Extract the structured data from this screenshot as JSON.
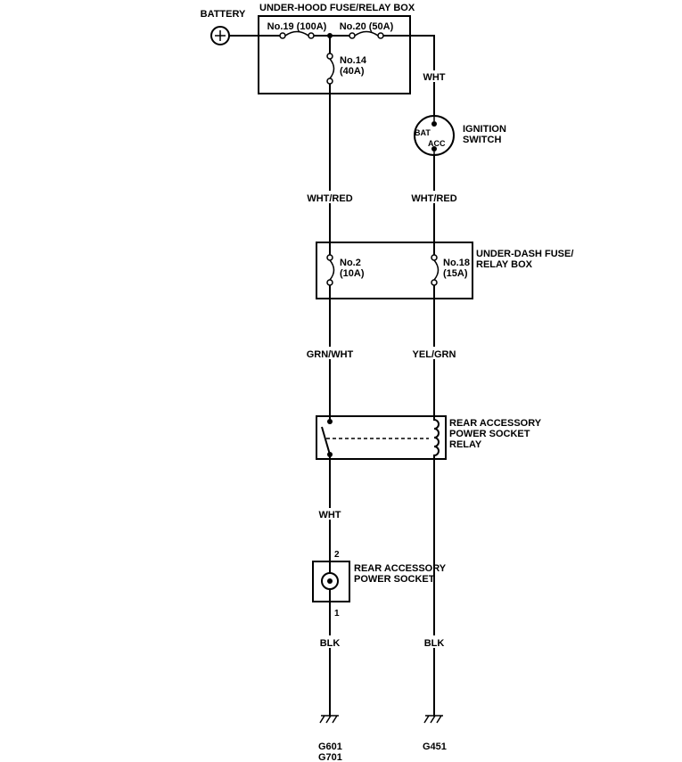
{
  "colors": {
    "line": "#000000",
    "background": "#ffffff"
  },
  "battery": {
    "label": "BATTERY"
  },
  "underhood_box": {
    "label": "UNDER-HOOD FUSE/RELAY BOX",
    "fuse19_label": "No.19 (100A)",
    "fuse20_label": "No.20 (50A)",
    "fuse14_name": "No.14",
    "fuse14_rating": "(40A)"
  },
  "ignition_switch": {
    "bat": "BAT",
    "acc": "ACC",
    "label1": "IGNITION",
    "label2": "SWITCH"
  },
  "underdash_box": {
    "label1": "UNDER-DASH FUSE/",
    "label2": "RELAY BOX",
    "fuse2_name": "No.2",
    "fuse2_rating": "(10A)",
    "fuse18_name": "No.18",
    "fuse18_rating": "(15A)"
  },
  "relay": {
    "label1": "REAR ACCESSORY",
    "label2": "POWER SOCKET",
    "label3": "RELAY"
  },
  "socket": {
    "label1": "REAR ACCESSORY",
    "label2": "POWER SOCKET",
    "terminal_top": "2",
    "terminal_bottom": "1"
  },
  "wires": {
    "wht_top": "WHT",
    "wht_red_left": "WHT/RED",
    "wht_red_right": "WHT/RED",
    "grn_wht": "GRN/WHT",
    "yel_grn": "YEL/GRN",
    "wht_lower": "WHT",
    "blk_left": "BLK",
    "blk_right": "BLK"
  },
  "grounds": {
    "left1": "G601",
    "left2": "G701",
    "right": "G451"
  }
}
